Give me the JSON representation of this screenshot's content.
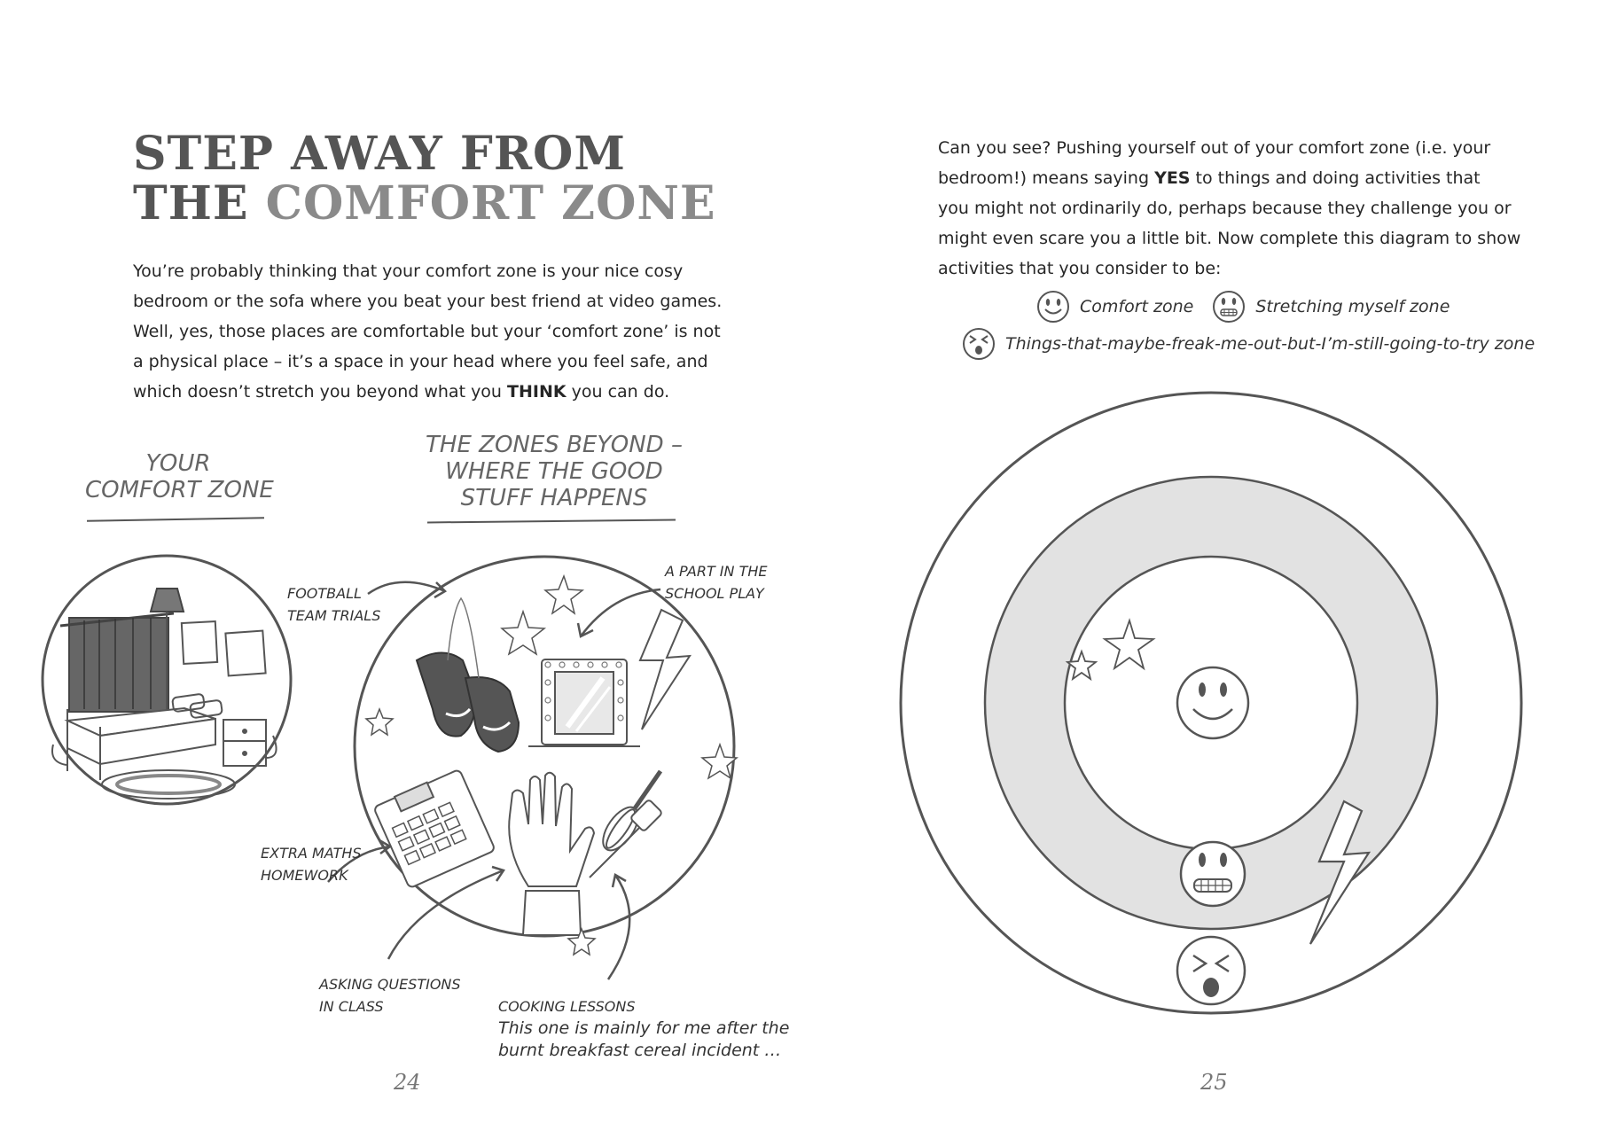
{
  "left_page": {
    "title_line_1": "STEP AWAY FROM",
    "title_line_2_prefix": "THE ",
    "title_line_2_accent": "COMFORT ZONE",
    "intro_lines": [
      "You’re probably thinking that your comfort zone is your nice cosy",
      "bedroom or the sofa where you beat your best friend at video games.",
      "Well, yes, those places are comfortable but your ‘comfort zone’ is not",
      "a physical place – it’s a space in your head where you feel safe, and"
    ],
    "intro_last_before": "which doesn’t stretch you beyond what you ",
    "intro_last_bold": "THINK",
    "intro_last_after": " you can do.",
    "comfort_zone_heading": [
      "YOUR",
      "COMFORT ZONE"
    ],
    "zones_beyond_heading": [
      "THE ZONES BEYOND –",
      "WHERE THE GOOD",
      "STUFF HAPPENS"
    ],
    "labels": {
      "football": [
        "FOOTBALL",
        "TEAM TRIALS"
      ],
      "school_play": [
        "A PART IN THE",
        "SCHOOL PLAY"
      ],
      "maths": [
        "EXTRA MATHS",
        "HOMEWORK"
      ],
      "questions": [
        "ASKING QUESTIONS",
        "IN CLASS"
      ],
      "cooking": "COOKING LESSONS",
      "cooking_note": [
        "This one is mainly for me after the",
        "burnt breakfast cereal incident …"
      ]
    },
    "page_number": "24"
  },
  "right_page": {
    "intro_line_1": "Can you see? Pushing yourself out of your comfort zone (i.e. your",
    "intro_line_2_before": "bedroom!) means saying ",
    "intro_line_2_bold": "YES",
    "intro_line_2_after": " to things and doing activities that",
    "intro_lines_rest": [
      "you might not ordinarily do, perhaps because they challenge you or",
      "might even scare you a little bit. Now complete this diagram to show",
      "activities that you consider to be:"
    ],
    "legend": {
      "comfort": "Comfort zone",
      "stretching": "Stretching myself zone",
      "freak": "Things-that-maybe-freak-me-out-but-I’m-still-going-to-try zone"
    },
    "page_number": "25"
  },
  "colors": {
    "ink": "#2b2b2b",
    "title_dark": "#555555",
    "title_accent": "#8a8a8a",
    "zone_fill": "#e2e2e2",
    "line_art": "#666666"
  },
  "icons": [
    "smiley-icon",
    "grimace-icon",
    "shocked-icon",
    "star-icon",
    "lightning-icon",
    "bedroom-illustration",
    "football-boots-icon",
    "mirror-icon",
    "calculator-icon",
    "hand-icon",
    "whisk-icon",
    "spatula-icon",
    "arrow-icon"
  ]
}
